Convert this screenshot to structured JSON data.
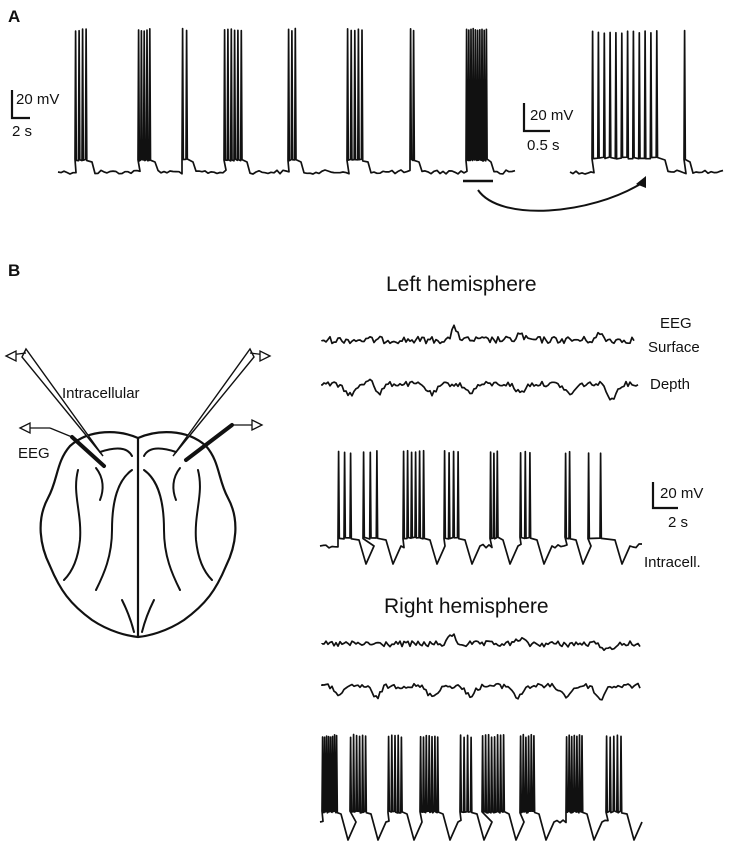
{
  "panels": {
    "a": {
      "label": "A",
      "scale_main": {
        "voltage": "20 mV",
        "time": "2 s"
      },
      "scale_zoom": {
        "voltage": "20 mV",
        "time": "0.5 s"
      }
    },
    "b": {
      "label": "B",
      "left_title": "Left hemisphere",
      "right_title": "Right hemisphere",
      "eeg_label": "EEG",
      "surface_label": "Surface",
      "depth_label": "Depth",
      "intracell_label": "Intracell.",
      "scale": {
        "voltage": "20 mV",
        "time": "2 s"
      },
      "schematic": {
        "intracellular_label": "Intracellular",
        "eeg_label": "EEG"
      }
    }
  }
}
